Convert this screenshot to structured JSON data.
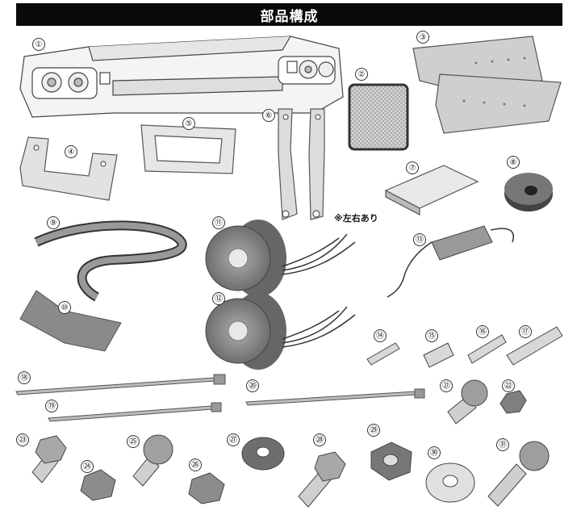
{
  "header": {
    "title": "部品構成"
  },
  "note": "※左右あり",
  "parts": [
    {
      "id": "p1",
      "label": "①"
    },
    {
      "id": "p2",
      "label": "②"
    },
    {
      "id": "p3",
      "label": "③"
    },
    {
      "id": "p4",
      "label": "④"
    },
    {
      "id": "p5",
      "label": "⑤"
    },
    {
      "id": "p6",
      "label": "⑥"
    },
    {
      "id": "p7",
      "label": "⑦"
    },
    {
      "id": "p8",
      "label": "⑧"
    },
    {
      "id": "p9",
      "label": "⑨"
    },
    {
      "id": "p10",
      "label": "⑩"
    },
    {
      "id": "p11",
      "label": "⑪"
    },
    {
      "id": "p12",
      "label": "⑫"
    },
    {
      "id": "p13",
      "label": "⑬"
    },
    {
      "id": "p14",
      "label": "⑭"
    },
    {
      "id": "p15",
      "label": "⑮"
    },
    {
      "id": "p16",
      "label": "⑯"
    },
    {
      "id": "p17",
      "label": "⑰"
    },
    {
      "id": "p18",
      "label": "⑱"
    },
    {
      "id": "p19",
      "label": "⑲"
    },
    {
      "id": "p20",
      "label": "⑳"
    },
    {
      "id": "p21",
      "label": "㉑"
    },
    {
      "id": "p22",
      "label": "㉒"
    },
    {
      "id": "p23",
      "label": "㉓"
    },
    {
      "id": "p24",
      "label": "㉔"
    },
    {
      "id": "p25",
      "label": "㉕"
    },
    {
      "id": "p26",
      "label": "㉖"
    },
    {
      "id": "p27",
      "label": "㉗"
    },
    {
      "id": "p28",
      "label": "㉘"
    },
    {
      "id": "p29",
      "label": "㉙"
    },
    {
      "id": "p30",
      "label": "㉚"
    },
    {
      "id": "p31",
      "label": "㉛"
    }
  ]
}
